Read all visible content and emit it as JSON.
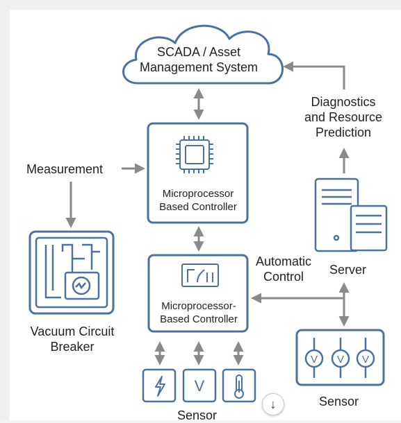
{
  "labels": {
    "cloud_line1": "SCADA / Asset",
    "cloud_line2": "Management System",
    "diag_line1": "Diagnostics",
    "diag_line2": "and Resource",
    "diag_line3": "Prediction",
    "measurement": "Measurement",
    "controller_top_line1": "Microprocessor",
    "controller_top_line2": "Based Controller",
    "controller_bottom_line1": "Microprocessor-",
    "controller_bottom_line2": "Based Controller",
    "automatic_line1": "Automatic",
    "automatic_line2": "Control",
    "server": "Server",
    "vcb_line1": "Vacuum Circuit",
    "vcb_line2": "Breaker",
    "sensor_right": "Sensor",
    "sensor_bottom": "Sensor",
    "sensor_v": "V",
    "scroll_button": "↓"
  },
  "colors": {
    "outline": "#4a72a0",
    "arrow": "#8a8a8a",
    "fill": "#ffffff"
  }
}
